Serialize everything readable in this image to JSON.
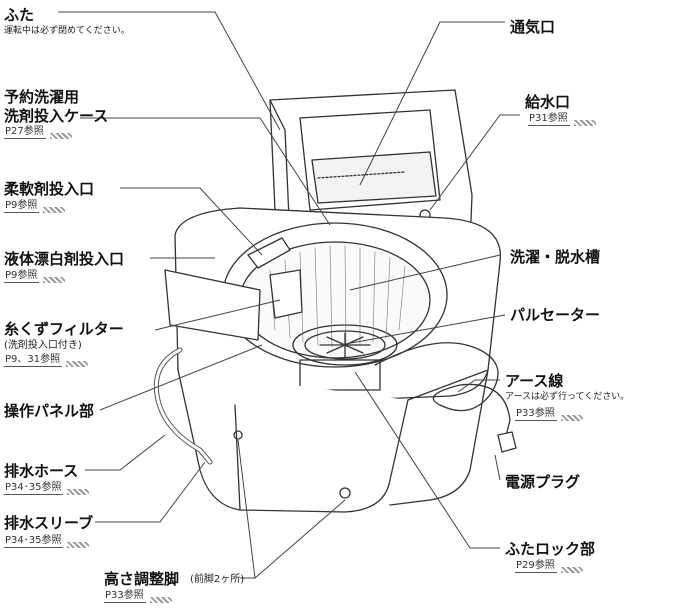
{
  "labels": {
    "futa": "ふた",
    "futa_note": "運転中は必ず閉めてください。",
    "tsuukiguchi": "通気口",
    "yoyaku_line1": "予約洗濯用",
    "yoyaku_line2": "洗剤投入ケース",
    "yoyaku_ref": "P27参照",
    "kyusuiguchi": "給水口",
    "kyusuiguchi_ref": "P31参照",
    "juunanzai": "柔軟剤投入口",
    "juunanzai_ref": "P9参照",
    "ekitai": "液体漂白剤投入口",
    "ekitai_ref": "P9参照",
    "sentaku_sou": "洗濯・脱水槽",
    "pulsator": "パルセーター",
    "filter": "糸くずフィルター",
    "filter_sub": "(洗剤投入口付き)",
    "filter_ref": "P9、31参照",
    "earth": "アース線",
    "earth_note": "アースは必ず行ってください。",
    "earth_ref": "P33参照",
    "panel": "操作パネル部",
    "hose": "排水ホース",
    "hose_ref": "P34･35参照",
    "plug": "電源プラグ",
    "sleeve": "排水スリーブ",
    "sleeve_ref": "P34･35参照",
    "lock": "ふたロック部",
    "lock_ref": "P29参照",
    "ashi": "高さ調整脚",
    "ashi_sub": "(前脚2ヶ所)",
    "ashi_ref": "P33参照"
  }
}
